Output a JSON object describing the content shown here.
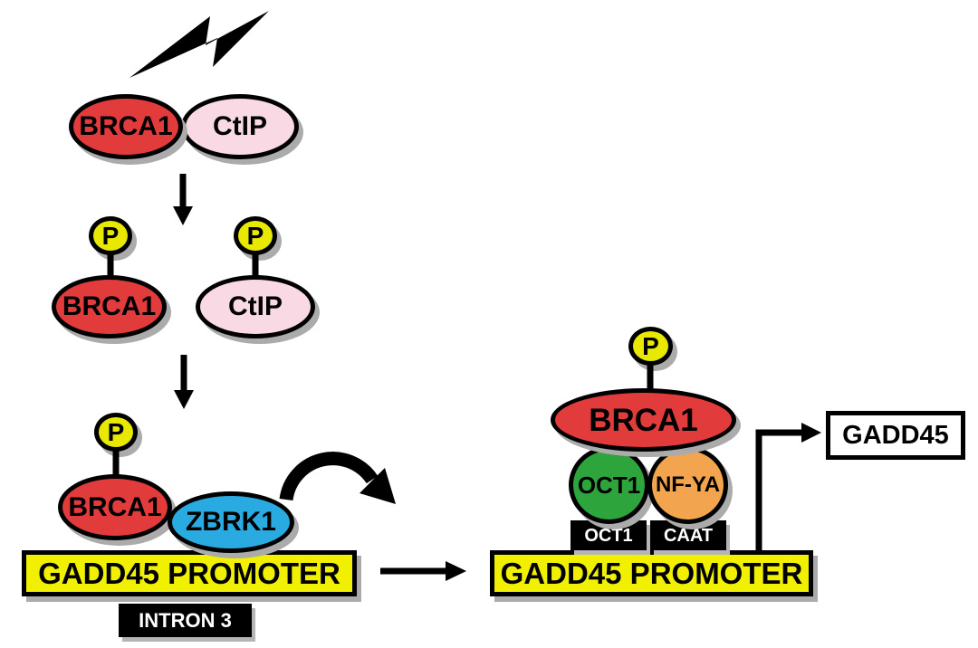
{
  "diagram": {
    "description": "BRCA1 phosphorylation pathway leading to GADD45 promoter activation",
    "stimulus_icon": "lightning-bolt",
    "labels": {
      "brca1": "BRCA1",
      "ctip": "CtIP",
      "phospho": "P",
      "zbrk1": "ZBRK1",
      "oct1_protein": "OCT1",
      "nfya": "NF-YA",
      "oct1_site": "OCT1",
      "caat_site": "CAAT",
      "gadd45_promoter": "GADD45 PROMOTER",
      "intron3": "INTRON 3",
      "gadd45_gene": "GADD45"
    },
    "colors": {
      "brca1_red": "#e23b3c",
      "ctip_pink": "#f8d9e4",
      "phospho_yellow": "#e8e800",
      "zbrk1_blue": "#29abe2",
      "oct1_green": "#2ea43c",
      "nfya_orange": "#f2a54e",
      "promoter_yellow": "#f0f000",
      "dna_site_black": "#000000",
      "gene_box_white": "#ffffff",
      "arrow_black": "#000000",
      "shadow_gray": "#ababab"
    }
  }
}
